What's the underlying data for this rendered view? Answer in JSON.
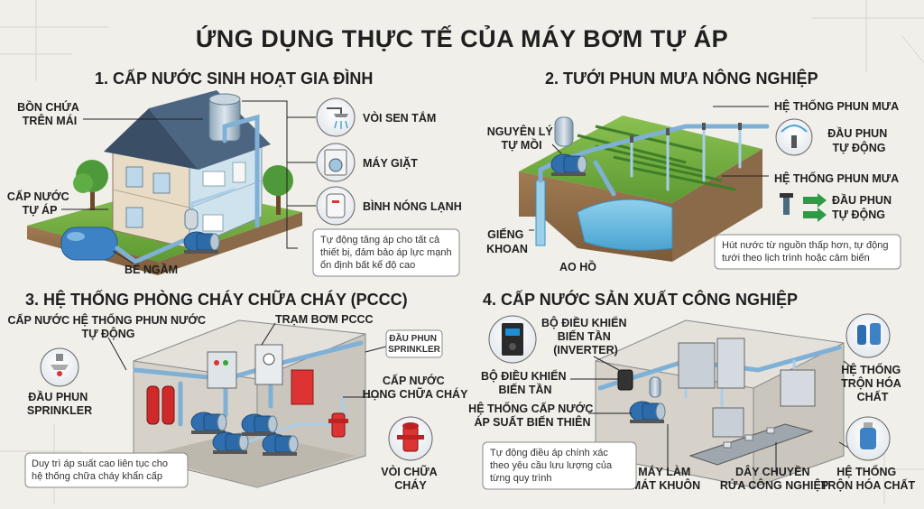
{
  "title": "ỨNG DỤNG THỰC TẾ CỦA MÁY BƠM TỰ ÁP",
  "sections": [
    {
      "heading": "1. CẤP NƯỚC SINH HOẠT GIA ĐÌNH",
      "labels": {
        "tank_roof": [
          "BỒN CHỨA",
          "TRÊN MÁI"
        ],
        "auto_supply": [
          "CẤP NƯỚC",
          "TỰ ÁP"
        ],
        "underground_tank": "BỂ NGẦM",
        "shower": "VÒI SEN TẮM",
        "washer": "MÁY GIẶT",
        "heater": "BÌNH NÓNG LẠNH"
      },
      "note": [
        "Tự động tăng áp cho tất cả",
        "thiết bị, đảm bảo áp lực mạnh",
        "ổn định bất kể độ cao"
      ]
    },
    {
      "heading": "2. TƯỚI PHUN MƯA NÔNG NGHIỆP",
      "labels": {
        "self_priming": [
          "NGUYÊN LÝ",
          "TỰ MỒI"
        ],
        "spray_system_1": "HỆ THỐNG PHUN MƯA",
        "auto_nozzle_1": [
          "ĐẦU PHUN",
          "TỰ ĐỘNG"
        ],
        "spray_system_2": "HỆ THỐNG PHUN MƯA",
        "auto_nozzle_2": [
          "ĐẦU PHUN",
          "TỰ ĐỘNG"
        ],
        "well": [
          "GIẾNG",
          "KHOAN"
        ],
        "pond": "AO HỒ"
      },
      "note": [
        "Hút nước từ nguồn thấp hơn, tự động",
        "tưới theo lịch trình hoặc cảm biến"
      ]
    },
    {
      "heading": "3. HỆ THỐNG PHÒNG CHÁY CHỮA CHÁY (PCCC)",
      "labels": {
        "auto_spray_supply": [
          "CẤP NƯỚC HỆ THỐNG PHUN NƯỚC",
          "TỰ ĐỘNG"
        ],
        "pump_station": "TRẠM BƠM PCCC",
        "sprinkler_tag": [
          "ĐẦU PHUN",
          "SPRINKLER"
        ],
        "hydrant_supply": [
          "CẤP NƯỚC",
          "HỌNG CHỮA CHÁY"
        ],
        "sprinkler_head": [
          "ĐẦU PHUN",
          "SPRINKLER"
        ],
        "hydrant": [
          "VÒI CHỮA",
          "CHÁY"
        ]
      },
      "note": [
        "Duy trì áp suất cao liên tục cho",
        "hệ thống chữa cháy khẩn cấp"
      ]
    },
    {
      "heading": "4. CẤP NƯỚC SẢN XUẤT CÔNG NGHIỆP",
      "labels": {
        "inverter_ctrl": [
          "BỘ ĐIỀU KHIỂN",
          "BIẾN TẦN",
          "(INVERTER)"
        ],
        "inverter_ctrl_2": [
          "BỘ ĐIỀU KHIỂN",
          "BIẾN TẦN"
        ],
        "variable_pressure": [
          "HỆ THỐNG CẤP NƯỚC",
          "ÁP SUẤT BIẾN THIÊN"
        ],
        "chem_mix_1": [
          "HỆ THỐNG",
          "TRỘN HÓA",
          "CHẤT"
        ],
        "mold_cooling": [
          "MÁY LÀM",
          "MÁT KHUÔN"
        ],
        "wash_line": [
          "DÂY CHUYỀN",
          "RỬA CÔNG NGHIỆP"
        ],
        "chem_mix_2": [
          "HỆ THỐNG",
          "TRỘN HÓA CHẤT"
        ]
      },
      "note": [
        "Tự động điều áp chính xác",
        "theo yêu cầu lưu lượng của",
        "từng quy trình"
      ]
    }
  ]
}
